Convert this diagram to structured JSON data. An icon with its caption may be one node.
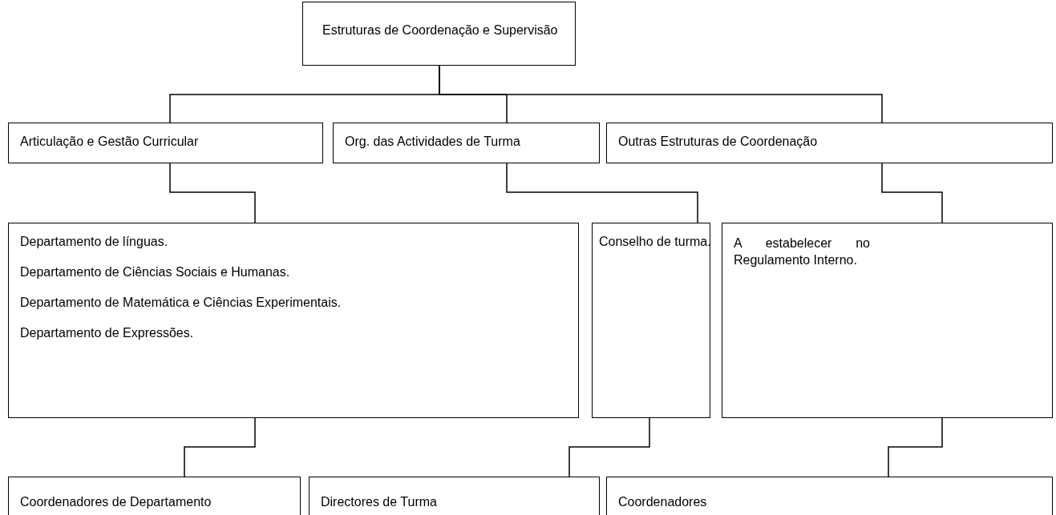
{
  "diagram": {
    "nodes": [
      {
        "text": [
          "Estruturas de Coordenação e Supervisão"
        ]
      },
      {
        "text": [
          "Articulação e Gestão Curricular"
        ]
      },
      {
        "text": [
          "Org. das Actividades de Turma"
        ]
      },
      {
        "text": [
          "Outras Estruturas de Coordenação"
        ]
      },
      {
        "text": [
          "Departamento de línguas.",
          "Departamento de Ciências Sociais e Humanas.",
          "Departamento de Matemática e Ciências Experimentais.",
          "Departamento de Expressões."
        ]
      },
      {
        "text": [
          "Conselho de turma."
        ]
      },
      {
        "text": [
          "A estabelecer no Regulamento Interno."
        ]
      },
      {
        "text": [
          "Coordenadores de Departamento"
        ]
      },
      {
        "text": [
          "Directores de Turma"
        ]
      },
      {
        "text": [
          "Coordenadores"
        ]
      }
    ],
    "edges": [
      {
        "from": 0,
        "to": 1,
        "arrow": "none"
      },
      {
        "from": 0,
        "to": 2,
        "arrow": "none"
      },
      {
        "from": 0,
        "to": 3,
        "arrow": "none"
      },
      {
        "from": 1,
        "to": 4,
        "arrow": "none"
      },
      {
        "from": 2,
        "to": 5,
        "arrow": "none"
      },
      {
        "from": 3,
        "to": 6,
        "arrow": "none"
      },
      {
        "from": 4,
        "to": 7,
        "arrow": "none"
      },
      {
        "from": 5,
        "to": 8,
        "arrow": "none"
      },
      {
        "from": 6,
        "to": 9,
        "arrow": "none"
      }
    ]
  }
}
